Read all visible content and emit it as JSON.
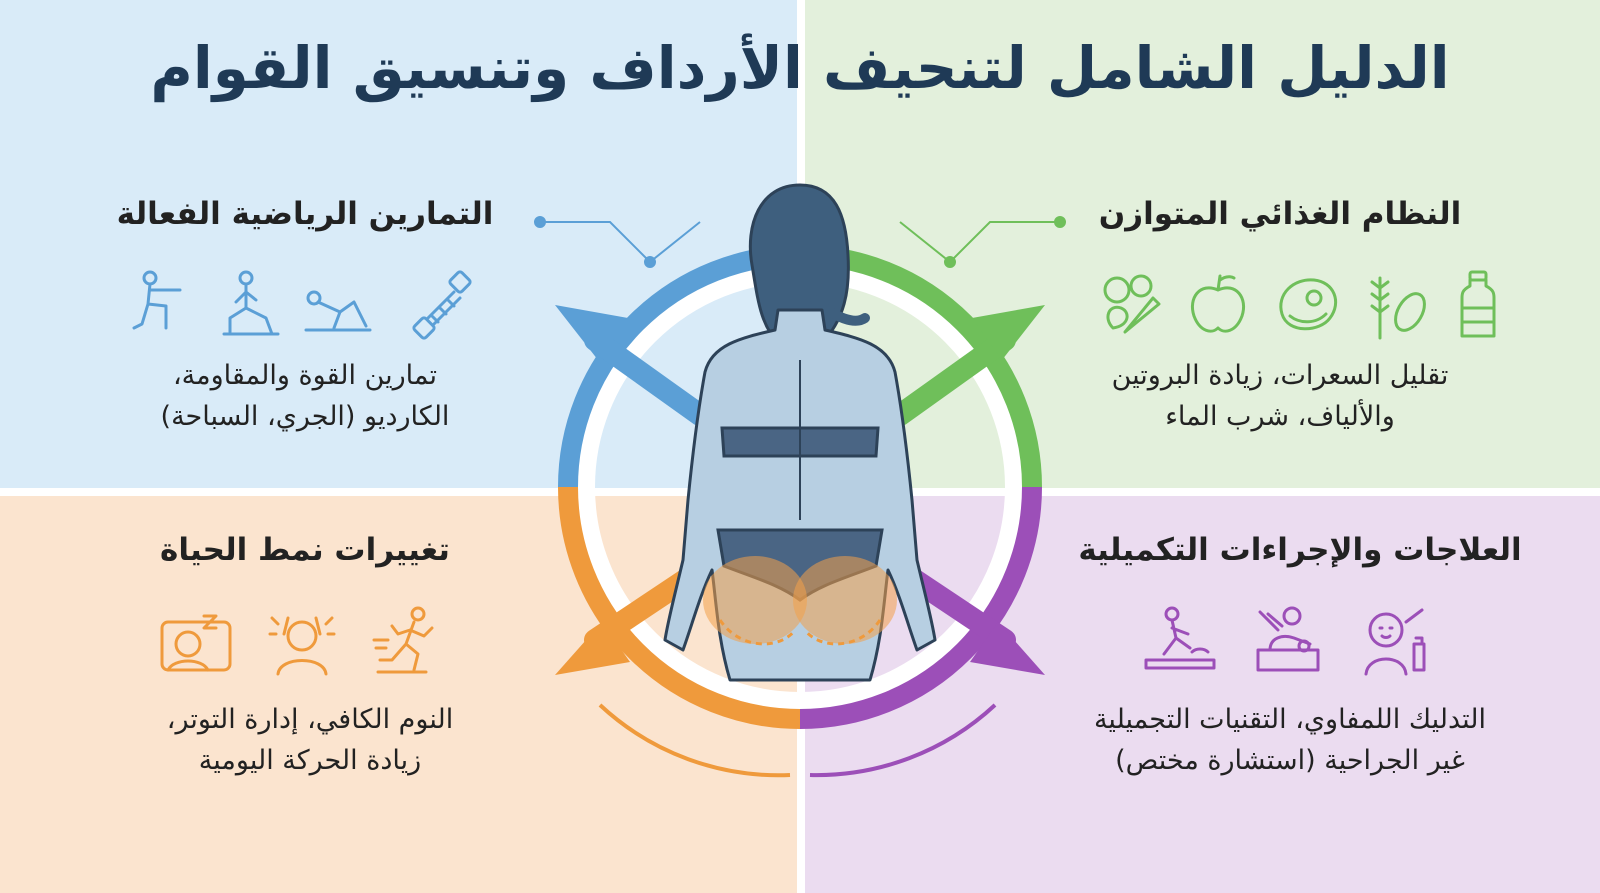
{
  "title": "الدليل الشامل لتنحيف الأرداف وتنسيق القوام",
  "sections": {
    "exercise": {
      "title": "التمارين الرياضية الفعالة",
      "desc_line1": "تمارين القوة والمقاومة،",
      "desc_line2": "الكارديو (الجري، السباحة)",
      "color": "#5b9fd6",
      "icons": [
        "squat-icon",
        "lunge-icon",
        "glute-bridge-icon",
        "resistance-band-icon"
      ]
    },
    "diet": {
      "title": "النظام الغذائي المتوازن",
      "desc_line1": "تقليل السعرات، زيادة البروتين",
      "desc_line2": "والألياف، شرب الماء",
      "color": "#6fbf5a",
      "icons": [
        "vegetables-icon",
        "fruits-icon",
        "steak-icon",
        "grains-icon",
        "water-bottle-icon"
      ]
    },
    "lifestyle": {
      "title": "تغييرات نمط الحياة",
      "desc_line1": "النوم الكافي، إدارة التوتر،",
      "desc_line2": "زيادة الحركة اليومية",
      "color": "#ef9a3c",
      "icons": [
        "sleep-icon",
        "stress-icon",
        "running-icon"
      ]
    },
    "treatments": {
      "title": "العلاجات والإجراءات التكميلية",
      "desc_line1": "التدليك اللمفاوي، التقنيات التجميلية",
      "desc_line2": "غير الجراحية (استشارة مختص)",
      "color": "#9c4fb8",
      "icons": [
        "massage-icon",
        "body-treatment-icon",
        "facial-device-icon"
      ]
    }
  }
}
